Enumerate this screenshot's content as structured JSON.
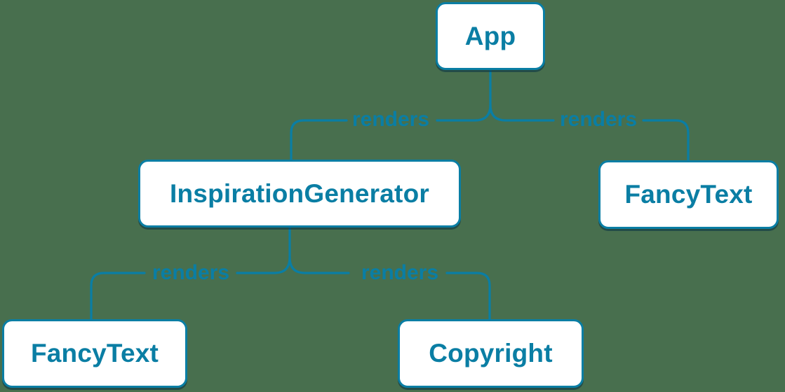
{
  "diagram": {
    "type": "component-render-tree",
    "background_color": "#486f4e",
    "accent_color": "#0a7ea4",
    "node_fill_color": "#ffffff",
    "node_shadow_color": "rgba(5,48,68,0.55)",
    "nodes": [
      {
        "id": "app",
        "label": "App"
      },
      {
        "id": "inspiration-generator",
        "label": "InspirationGenerator"
      },
      {
        "id": "fancy-text-right",
        "label": "FancyText"
      },
      {
        "id": "fancy-text-left",
        "label": "FancyText"
      },
      {
        "id": "copyright",
        "label": "Copyright"
      }
    ],
    "edges": [
      {
        "from": "App",
        "to": "InspirationGenerator",
        "label": "renders"
      },
      {
        "from": "App",
        "to": "FancyText",
        "label": "renders"
      },
      {
        "from": "InspirationGenerator",
        "to": "FancyText",
        "label": "renders"
      },
      {
        "from": "InspirationGenerator",
        "to": "Copyright",
        "label": "renders"
      }
    ]
  }
}
